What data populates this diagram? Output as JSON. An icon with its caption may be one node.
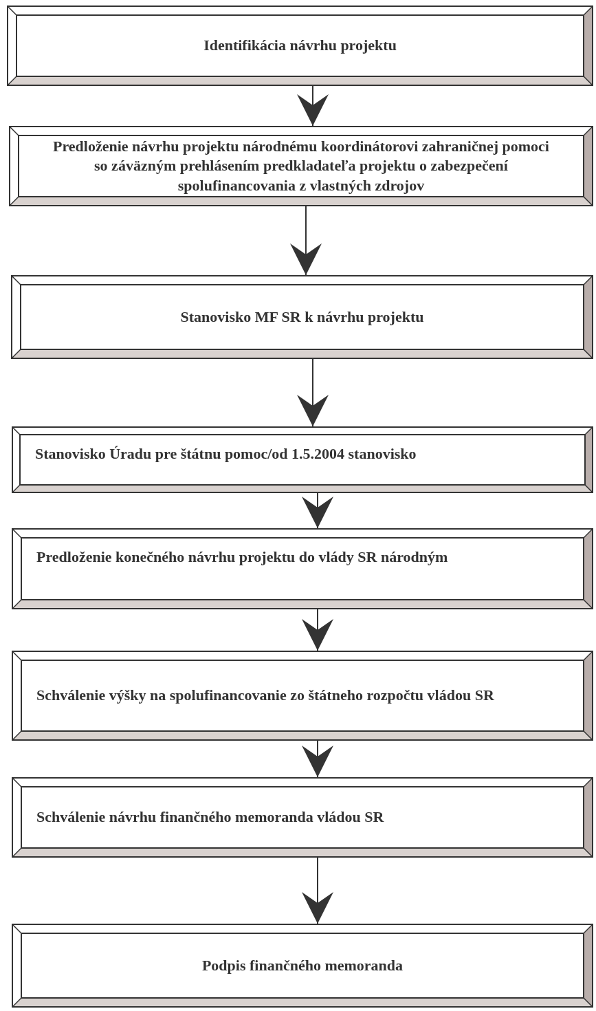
{
  "diagram": {
    "nodes": [
      {
        "text": [
          "Identifikácia návrhu projektu"
        ]
      },
      {
        "text": [
          "Predloženie návrhu projektu národnému koordinátorovi zahraničnej pomoci so záväzným prehlásením predkladateľa projektu o zabezpečení spolufinancovania z vlastných zdrojov"
        ]
      },
      {
        "text": [
          "Stanovisko MF SR k návrhu projektu"
        ]
      },
      {
        "text": [
          "Stanovisko Úradu pre štátnu pomoc/od 1.5.2004 stanovisko"
        ]
      },
      {
        "text": [
          "Predloženie konečného návrhu projektu do vlády SR národným"
        ]
      },
      {
        "text": [
          "Schválenie výšky na spolufinancovanie zo štátneho rozpočtu vládou SR"
        ]
      },
      {
        "text": [
          "Schválenie návrhu finančného memoranda vládou SR"
        ]
      },
      {
        "text": [
          "Podpis finančného memoranda"
        ]
      }
    ],
    "edges": [
      {
        "from": 0,
        "to": 1,
        "arrow": "to"
      },
      {
        "from": 1,
        "to": 2,
        "arrow": "to"
      },
      {
        "from": 2,
        "to": 3,
        "arrow": "to"
      },
      {
        "from": 3,
        "to": 4,
        "arrow": "to"
      },
      {
        "from": 4,
        "to": 5,
        "arrow": "to"
      },
      {
        "from": 5,
        "to": 6,
        "arrow": "to"
      },
      {
        "from": 6,
        "to": 7,
        "arrow": "to"
      }
    ]
  }
}
